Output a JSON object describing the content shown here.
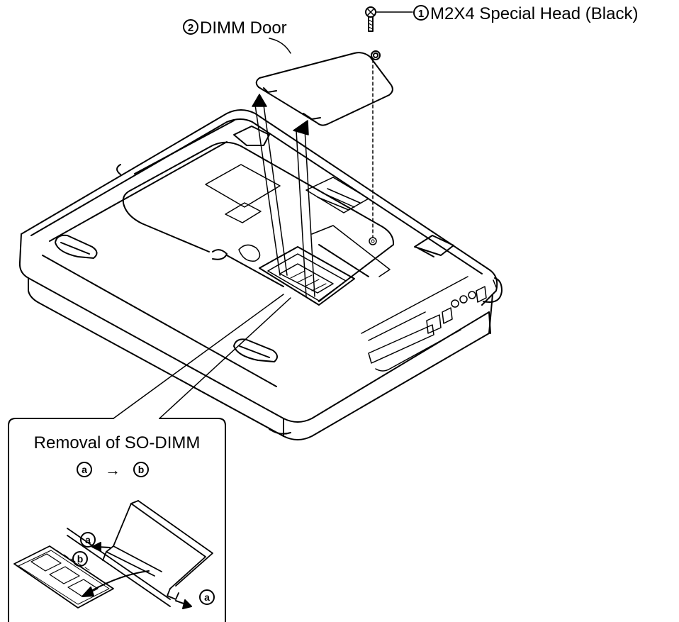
{
  "callouts": {
    "screw": {
      "number": "1",
      "text": "M2X4 Special Head (Black)"
    },
    "door": {
      "number": "2",
      "text": "DIMM Door"
    }
  },
  "inset": {
    "title": "Removal of SO-DIMM",
    "step_from": "a",
    "step_arrow": "→",
    "step_to": "b",
    "marker_a": "a",
    "marker_b": "b"
  }
}
